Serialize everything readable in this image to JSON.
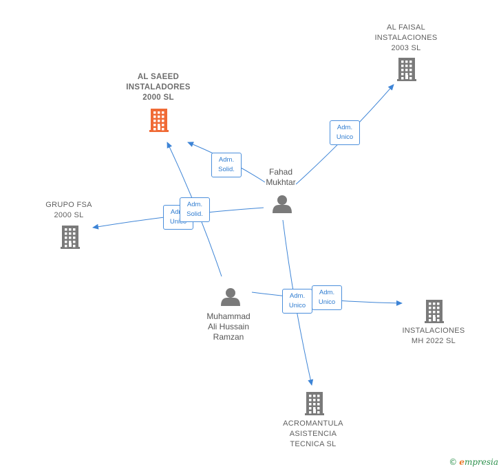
{
  "nodes": {
    "al_saeed": {
      "label": "AL SAEED\nINSTALADORES\n2000  SL",
      "type": "company",
      "highlight": true
    },
    "al_faisal": {
      "label": "AL FAISAL\nINSTALACIONES\n2003  SL",
      "type": "company"
    },
    "grupo_fsa": {
      "label": "GRUPO FSA\n2000  SL",
      "type": "company"
    },
    "instalaciones_mh": {
      "label": "INSTALACIONES\nMH 2022  SL",
      "type": "company"
    },
    "acromantula": {
      "label": "ACROMANTULA\nASISTENCIA\nTECNICA  SL",
      "type": "company"
    },
    "fahad": {
      "label": "Fahad\nMukhtar",
      "type": "person"
    },
    "muhammad": {
      "label": "Muhammad\nAli Hussain\nRamzan",
      "type": "person"
    }
  },
  "edges": [
    {
      "from": "fahad",
      "to": "al_saeed",
      "label": "Adm.\nSolid."
    },
    {
      "from": "fahad",
      "to": "al_faisal",
      "label": "Adm.\nUnico"
    },
    {
      "from": "fahad",
      "to": "grupo_fsa",
      "label": "Adm.\nUnico"
    },
    {
      "from": "muhammad",
      "to": "al_saeed",
      "label": "Adm.\nSolid."
    },
    {
      "from": "fahad",
      "to": "acromantula",
      "label": "Adm.\nUnico"
    },
    {
      "from": "muhammad",
      "to": "instalaciones_mh",
      "label": "Adm.\nUnico"
    }
  ],
  "colors": {
    "edge": "#3d84d6",
    "company_icon": "#7a7a7a",
    "company_icon_highlight": "#f06a35",
    "person_icon": "#7a7a7a"
  },
  "footer": {
    "copyright": "©",
    "brand_first": "e",
    "brand_rest": "mpresia"
  }
}
